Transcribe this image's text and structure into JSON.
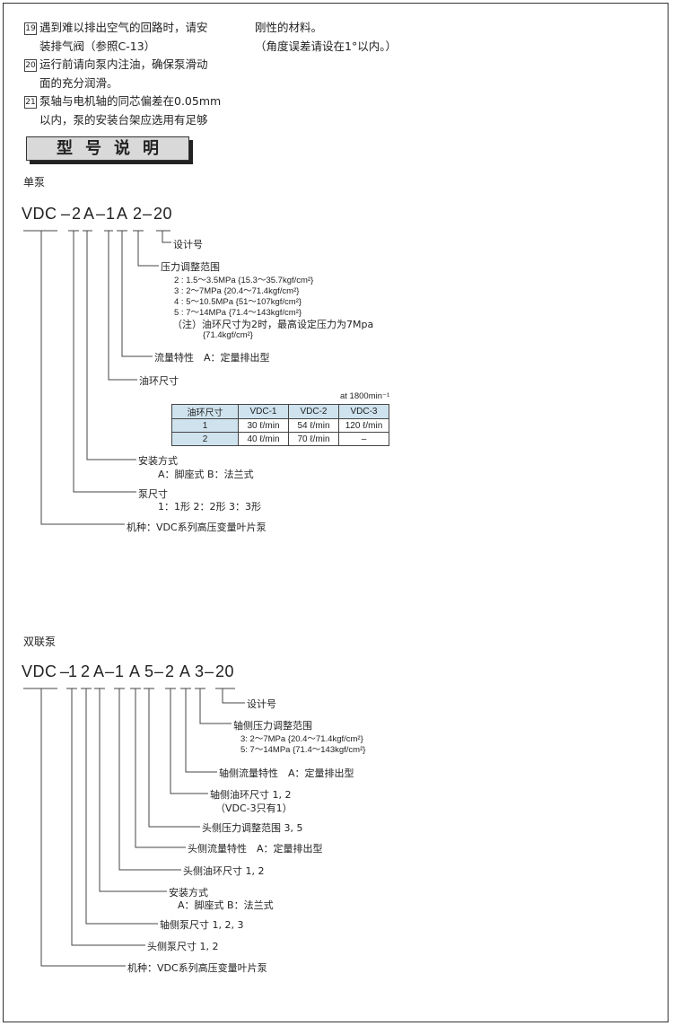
{
  "notes_left": [
    {
      "num": "19",
      "lines": [
        "遇到难以排出空气的回路时，请安",
        "装排气阀（参照C-13）"
      ]
    },
    {
      "num": "20",
      "lines": [
        "运行前请向泵内注油，确保泵滑动",
        "面的充分润滑。"
      ]
    },
    {
      "num": "21",
      "lines": [
        "泵轴与电机轴的同芯偏差在0.05mm",
        "以内，泵的安装台架应选用有足够"
      ]
    }
  ],
  "notes_right": [
    "刚性的材料。",
    "（角度误差请设在1°以内。）"
  ],
  "section_title": "型号说明",
  "single": {
    "heading": "单泵",
    "code": [
      "VDC",
      "–",
      "2",
      "A",
      "–",
      "1",
      "A",
      "2",
      "–",
      "20"
    ],
    "labels": {
      "design": "设计号",
      "pressure": "压力调整范围",
      "pressure_opts": [
        "2 : 1.5～3.5MPa {15.3～35.7kgf/cm²}",
        "3 : 2～7MPa {20.4～71.4kgf/cm²}",
        "4 : 5～10.5MPa {51～107kgf/cm²}",
        "5 : 7～14MPa {71.4～143kgf/cm²}"
      ],
      "pressure_note": "（注）油环尺寸为2时，最高设定压力为7Mpa",
      "pressure_note2": "{71.4kgf/cm²}",
      "flow": "流量特性　A：定量排出型",
      "ring": "油环尺寸",
      "mount": "安装方式",
      "mount_opts": "A：脚座式 B：法兰式",
      "size": "泵尺寸",
      "size_opts": "1：1形  2：2形  3：3形",
      "model": "机种：VDC系列高压变量叶片泵"
    },
    "table": {
      "note": "at 1800min⁻¹",
      "headers": [
        "油环尺寸",
        "VDC-1",
        "VDC-2",
        "VDC-3"
      ],
      "rows": [
        [
          "1",
          "30 ℓ/min",
          "54 ℓ/min",
          "120 ℓ/min"
        ],
        [
          "2",
          "40 ℓ/min",
          "70 ℓ/min",
          "–"
        ]
      ]
    }
  },
  "double": {
    "heading": "双联泵",
    "code": [
      "VDC",
      "–",
      "1",
      "2",
      "A",
      "–",
      "1",
      "A",
      "5",
      "–",
      "2",
      "A",
      "3",
      "–",
      "20"
    ],
    "labels": {
      "design": "设计号",
      "shaft_pressure": "轴侧压力调整范围",
      "shaft_pressure_opts": [
        "3: 2～7MPa {20.4～71.4kgf/cm²}",
        "5: 7～14MPa {71.4～143kgf/cm²}"
      ],
      "shaft_flow": "轴侧流量特性　A：定量排出型",
      "shaft_ring": "轴侧油环尺寸  1, 2",
      "shaft_ring_note": "（VDC-3只有1）",
      "head_pressure": "头侧压力调整范围  3, 5",
      "head_flow": "头侧流量特性　A：定量排出型",
      "head_ring": "头侧油环尺寸  1, 2",
      "mount": "安装方式",
      "mount_opts": "A：脚座式 B：法兰式",
      "shaft_size": "轴侧泵尺寸  1, 2, 3",
      "head_size": "头侧泵尺寸  1, 2",
      "model": "机种：VDC系列高压变量叶片泵"
    }
  }
}
